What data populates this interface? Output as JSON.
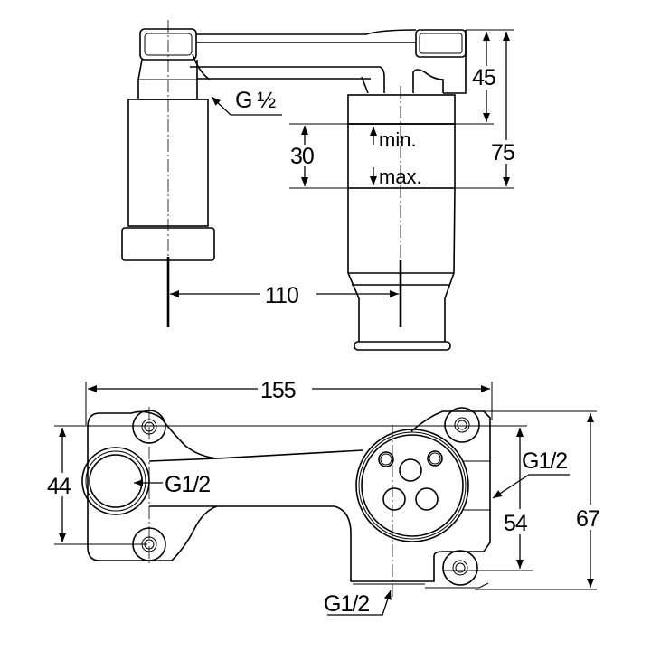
{
  "side_view": {
    "thread_label": "G ½",
    "dim_45": "45",
    "dim_75": "75",
    "dim_30": "30",
    "min_label": "min.",
    "max_label": "max.",
    "dim_110": "110"
  },
  "top_view": {
    "dim_155": "155",
    "dim_44": "44",
    "dim_54": "54",
    "dim_67": "67",
    "thread_left": "G1/2",
    "thread_right": "G1/2",
    "thread_bottom": "G1/2"
  }
}
